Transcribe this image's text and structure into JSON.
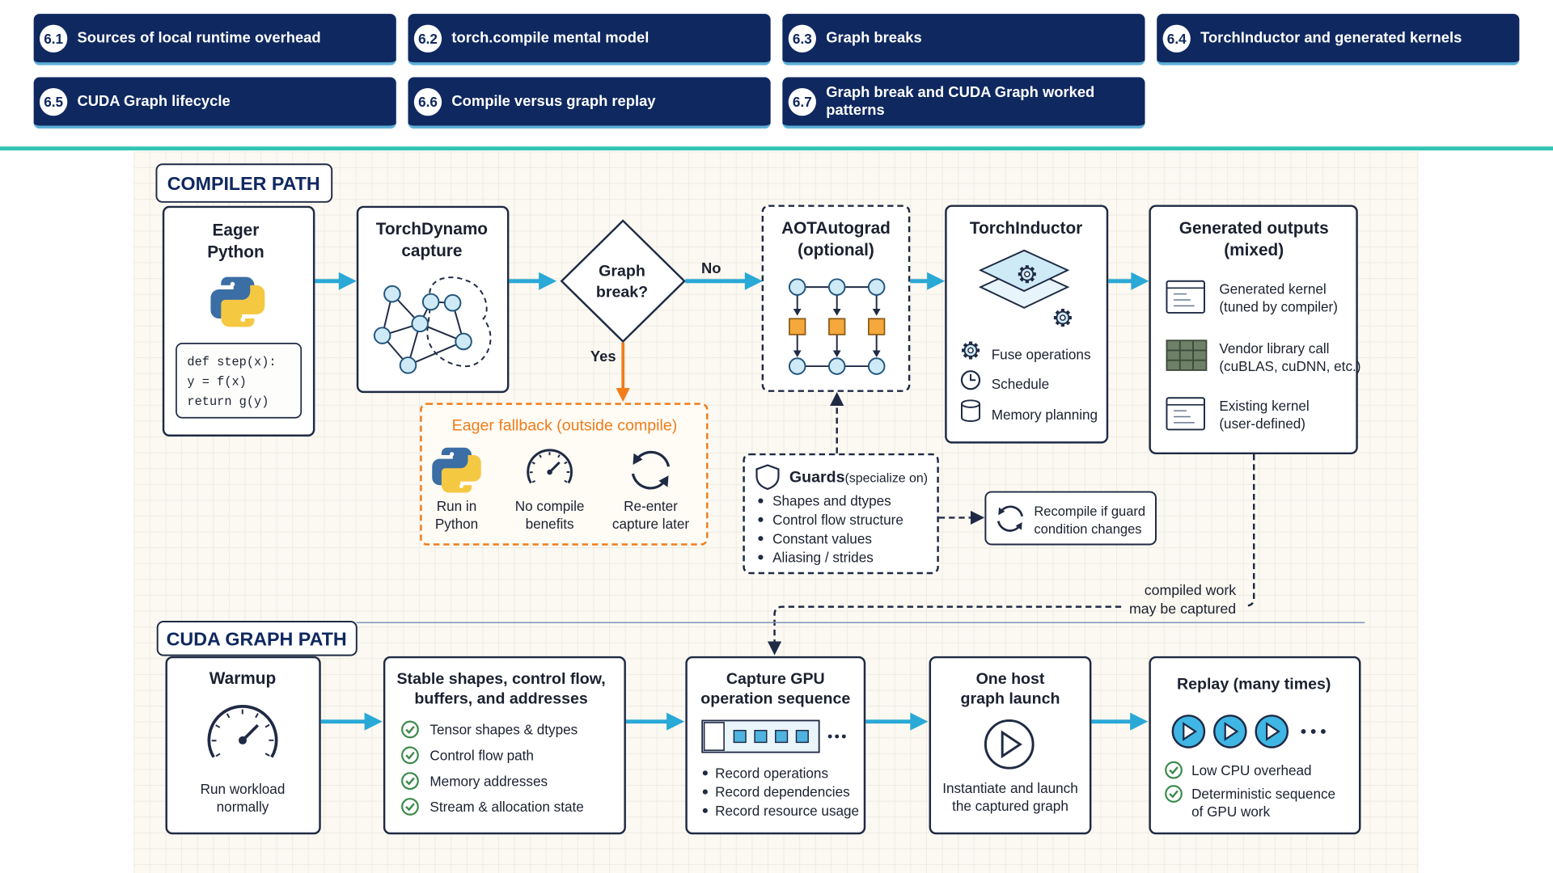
{
  "tabs": [
    {
      "num": "6.1",
      "label": "Sources of local runtime overhead"
    },
    {
      "num": "6.2",
      "label": "torch.compile mental model"
    },
    {
      "num": "6.3",
      "label": "Graph breaks"
    },
    {
      "num": "6.4",
      "label": "TorchInductor and generated kernels"
    },
    {
      "num": "6.5",
      "label": "CUDA Graph lifecycle"
    },
    {
      "num": "6.6",
      "label": "Compile versus graph replay"
    },
    {
      "num": "6.7",
      "label_lines": [
        "Graph break and CUDA Graph worked",
        "patterns"
      ]
    }
  ],
  "compiler": {
    "title": "COMPILER PATH",
    "eager": {
      "title": [
        "Eager",
        "Python"
      ],
      "code": [
        "def step(x):",
        "    y = f(x)",
        "    return g(y)"
      ]
    },
    "dynamo": {
      "title": [
        "TorchDynamo",
        "capture"
      ]
    },
    "decision": {
      "text": [
        "Graph",
        "break?"
      ],
      "no": "No",
      "yes": "Yes"
    },
    "fallback": {
      "title": "Eager fallback (outside compile)",
      "items": [
        {
          "icon": "python-icon",
          "lines": [
            "Run in",
            "Python"
          ]
        },
        {
          "icon": "gauge-icon",
          "lines": [
            "No compile",
            "benefits"
          ]
        },
        {
          "icon": "refresh-icon",
          "lines": [
            "Re-enter",
            "capture later"
          ]
        }
      ]
    },
    "aot": {
      "title": [
        "AOTAutograd",
        "(optional)"
      ]
    },
    "inductor": {
      "title": "TorchInductor",
      "items": [
        "Fuse operations",
        "Schedule",
        "Memory planning"
      ]
    },
    "outputs": {
      "title": [
        "Generated outputs",
        "(mixed)"
      ],
      "items": [
        {
          "icon": "code-window-icon",
          "lines": [
            "Generated kernel",
            "(tuned by compiler)"
          ]
        },
        {
          "icon": "grid-icon",
          "lines": [
            "Vendor library call",
            "(cuBLAS, cuDNN, etc.)"
          ]
        },
        {
          "icon": "code-window-icon",
          "lines": [
            "Existing kernel",
            "(user-defined)"
          ]
        }
      ]
    },
    "guards": {
      "title": "Guards",
      "subtitle": "(specialize on)",
      "items": [
        "Shapes and dtypes",
        "Control flow structure",
        "Constant values",
        "Aliasing / strides"
      ]
    },
    "recompile": {
      "lines": [
        "Recompile if guard",
        "condition changes"
      ]
    },
    "handoff": {
      "lines": [
        "compiled work",
        "may be captured"
      ]
    }
  },
  "cuda": {
    "title": "CUDA GRAPH PATH",
    "warmup": {
      "title": "Warmup",
      "lines": [
        "Run workload",
        "normally"
      ]
    },
    "stable": {
      "title": [
        "Stable shapes, control flow,",
        "buffers, and addresses"
      ],
      "items": [
        "Tensor shapes & dtypes",
        "Control flow path",
        "Memory addresses",
        "Stream & allocation state"
      ]
    },
    "capture": {
      "title": [
        "Capture GPU",
        "operation sequence"
      ],
      "items": [
        "Record operations",
        "Record dependencies",
        "Record resource usage"
      ]
    },
    "launch": {
      "title": [
        "One host",
        "graph launch"
      ],
      "lines": [
        "Instantiate and launch",
        "the captured graph"
      ]
    },
    "replay": {
      "title": "Replay (many times)",
      "items": [
        [
          "Low CPU overhead"
        ],
        [
          "Deterministic sequence",
          "of GPU work"
        ]
      ]
    }
  },
  "colors": {
    "navy": "#0f2860",
    "teal": "#32c4b4",
    "arrow": "#2aa8d6",
    "orange": "#f07c1a",
    "node": "#cfeaf7",
    "node_stroke": "#23567e",
    "square": "#f5a83c",
    "check": "#3d8a4c"
  }
}
